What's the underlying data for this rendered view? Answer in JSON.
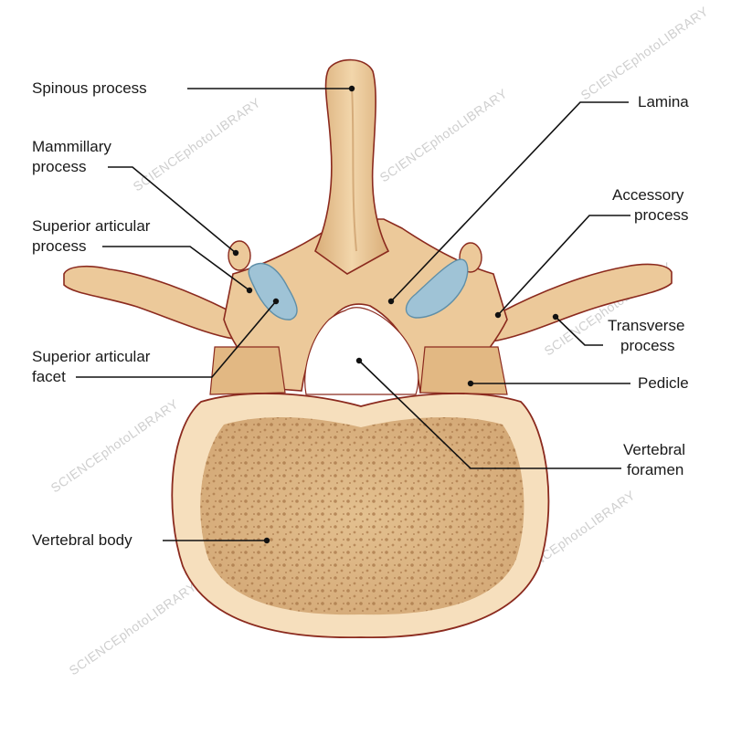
{
  "labels": {
    "spinous_process": "Spinous process",
    "mammillary_process": [
      "Mammillary",
      "process"
    ],
    "superior_articular_process": [
      "Superior articular",
      "process"
    ],
    "superior_articular_facet": [
      "Superior articular",
      "facet"
    ],
    "vertebral_body": "Vertebral body",
    "lamina": "Lamina",
    "accessory_process": [
      "Accessory",
      "process"
    ],
    "transverse_process": [
      "Transverse",
      "process"
    ],
    "pedicle": "Pedicle",
    "vertebral_foramen": [
      "Vertebral",
      "foramen"
    ]
  },
  "watermark": "SCIENCEphotoLIBRARY",
  "colors": {
    "bone": "#ecc99a",
    "bone_shadow": "#c99a66",
    "outline": "#8b2a1e",
    "body_rim": "#f6dfbd",
    "body_core": "#dcb685",
    "facet": "#9fc3d6",
    "facet_dark": "#5f8fa8",
    "leader": "#111111"
  }
}
